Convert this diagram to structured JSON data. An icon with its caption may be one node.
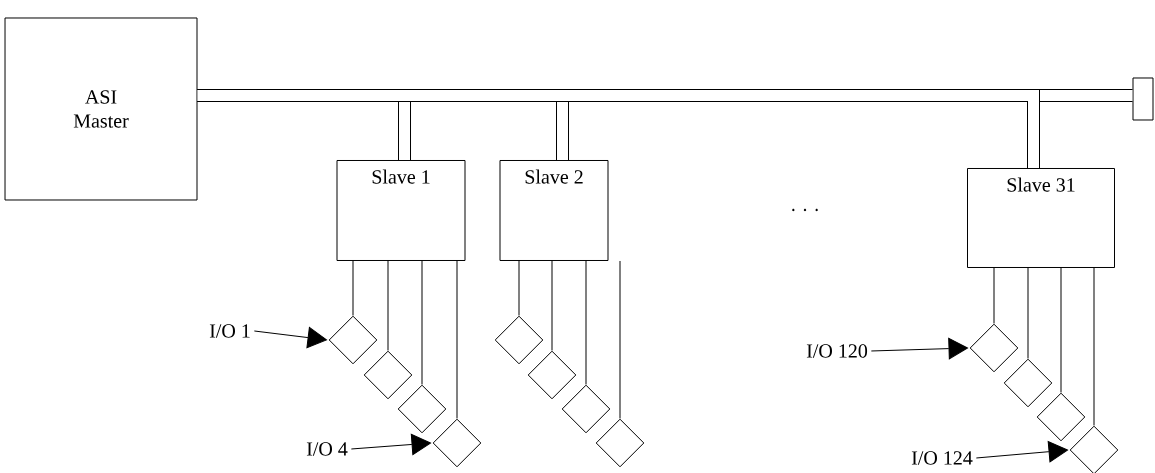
{
  "diagram": {
    "nodes": [
      {
        "text": [
          "ASI Master"
        ]
      },
      {
        "text": [],
        "shape": "box"
      },
      {
        "text": [
          "Slave 1"
        ]
      },
      {
        "text": [
          "Slave 2"
        ]
      },
      {
        "text": [
          "Slave 31"
        ]
      },
      {
        "text": [],
        "shape": "diamond"
      },
      {
        "text": [],
        "shape": "diamond"
      },
      {
        "text": [],
        "shape": "diamond"
      },
      {
        "text": [],
        "shape": "diamond"
      },
      {
        "text": [],
        "shape": "diamond"
      },
      {
        "text": [],
        "shape": "diamond"
      },
      {
        "text": [],
        "shape": "diamond"
      },
      {
        "text": [],
        "shape": "diamond"
      },
      {
        "text": [],
        "shape": "diamond"
      },
      {
        "text": [],
        "shape": "diamond"
      },
      {
        "text": [],
        "shape": "diamond"
      },
      {
        "text": [],
        "shape": "diamond"
      },
      {
        "text": [
          "I/O 1"
        ]
      },
      {
        "text": [
          "I/O 4"
        ]
      },
      {
        "text": [
          "I/O 120"
        ]
      },
      {
        "text": [
          "I/O 124"
        ]
      }
    ],
    "edges": [
      {
        "from": 0,
        "to": 1,
        "arrow": "none",
        "style": "thick"
      },
      {
        "from": 0,
        "to": 2,
        "arrow": "none",
        "style": "thick"
      },
      {
        "from": 0,
        "to": 3,
        "arrow": "none",
        "style": "thick"
      },
      {
        "from": 0,
        "to": 4,
        "arrow": "none",
        "style": "thick"
      },
      {
        "from": 2,
        "to": 5,
        "arrow": "none"
      },
      {
        "from": 2,
        "to": 6,
        "arrow": "none"
      },
      {
        "from": 2,
        "to": 7,
        "arrow": "none"
      },
      {
        "from": 2,
        "to": 8,
        "arrow": "none"
      },
      {
        "from": 3,
        "to": 9,
        "arrow": "none"
      },
      {
        "from": 3,
        "to": 10,
        "arrow": "none"
      },
      {
        "from": 3,
        "to": 11,
        "arrow": "none"
      },
      {
        "from": 3,
        "to": 12,
        "arrow": "none"
      },
      {
        "from": 4,
        "to": 13,
        "arrow": "none"
      },
      {
        "from": 4,
        "to": 14,
        "arrow": "none"
      },
      {
        "from": 4,
        "to": 15,
        "arrow": "none"
      },
      {
        "from": 4,
        "to": 16,
        "arrow": "none"
      },
      {
        "from": 17,
        "to": 5,
        "arrow": "to"
      },
      {
        "from": 18,
        "to": 8,
        "arrow": "to"
      },
      {
        "from": 19,
        "to": 13,
        "arrow": "to"
      },
      {
        "from": 20,
        "to": 16,
        "arrow": "to"
      }
    ],
    "labels": [
      ". . ."
    ]
  }
}
